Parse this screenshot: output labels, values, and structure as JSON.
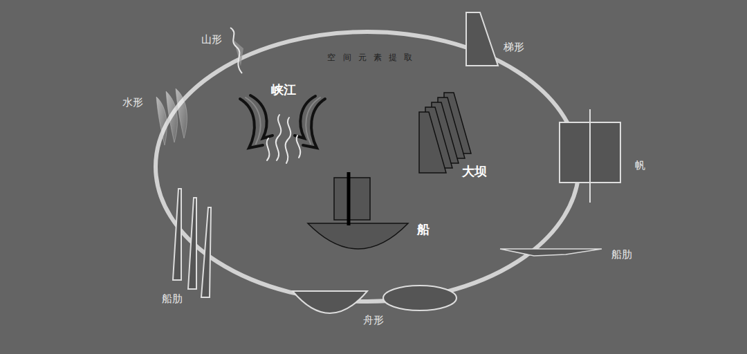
{
  "diagram": {
    "nodes": [
      {
        "text": [
          "空间元素提取"
        ]
      }
    ],
    "labels": [
      "山形",
      "梯形",
      "水形",
      "峡江",
      "大坝",
      "帆",
      "船",
      "船肋",
      "船肋",
      "舟形"
    ]
  }
}
